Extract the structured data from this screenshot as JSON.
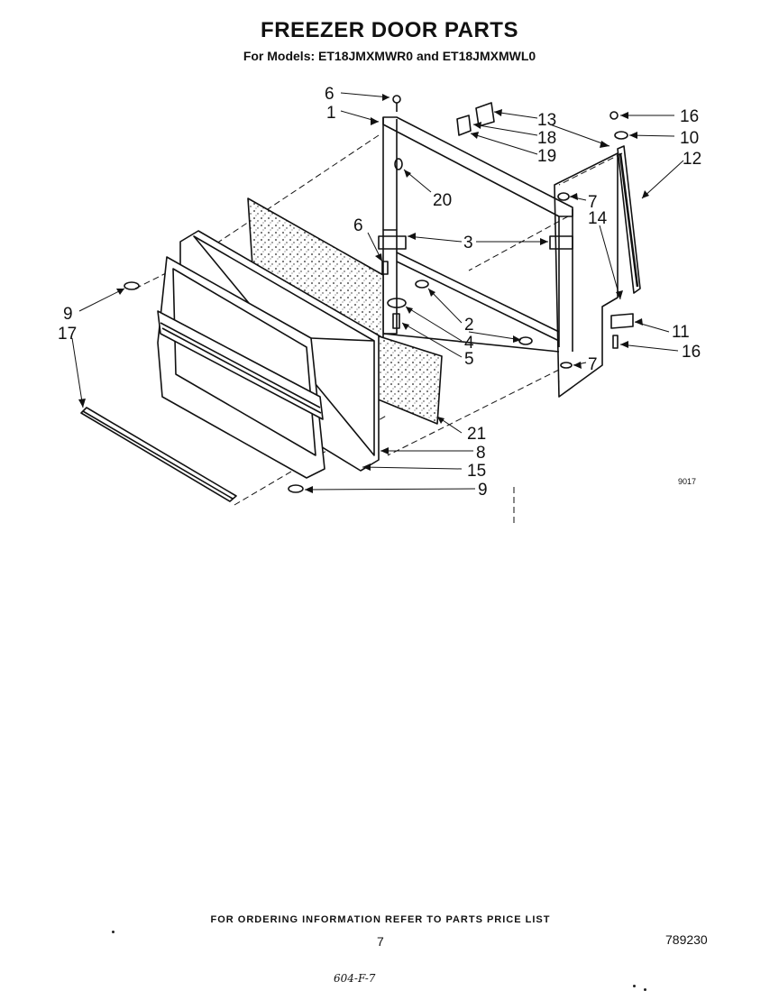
{
  "header": {
    "title": "FREEZER DOOR PARTS",
    "subtitle": "For Models: ET18JMXMWR0 and ET18JMXMWL0"
  },
  "diagram": {
    "figure_code": "9017",
    "callouts": [
      {
        "id": "c6a",
        "label": "6"
      },
      {
        "id": "c1",
        "label": "1"
      },
      {
        "id": "c13",
        "label": "13"
      },
      {
        "id": "c18",
        "label": "18"
      },
      {
        "id": "c19",
        "label": "19"
      },
      {
        "id": "c16a",
        "label": "16"
      },
      {
        "id": "c10",
        "label": "10"
      },
      {
        "id": "c12",
        "label": "12"
      },
      {
        "id": "c20",
        "label": "20"
      },
      {
        "id": "c7a",
        "label": "7"
      },
      {
        "id": "c14",
        "label": "14"
      },
      {
        "id": "c3",
        "label": "3"
      },
      {
        "id": "c6b",
        "label": "6"
      },
      {
        "id": "c9a",
        "label": "9"
      },
      {
        "id": "c17",
        "label": "17"
      },
      {
        "id": "c2",
        "label": "2"
      },
      {
        "id": "c4",
        "label": "4"
      },
      {
        "id": "c5",
        "label": "5"
      },
      {
        "id": "c11",
        "label": "11"
      },
      {
        "id": "c16b",
        "label": "16"
      },
      {
        "id": "c7b",
        "label": "7"
      },
      {
        "id": "c21",
        "label": "21"
      },
      {
        "id": "c8",
        "label": "8"
      },
      {
        "id": "c15",
        "label": "15"
      },
      {
        "id": "c9b",
        "label": "9"
      }
    ]
  },
  "footer": {
    "ordering_note": "FOR ORDERING INFORMATION REFER TO PARTS PRICE LIST",
    "page_number": "7",
    "document_number": "789230",
    "handwritten_note": "604-F-7"
  }
}
